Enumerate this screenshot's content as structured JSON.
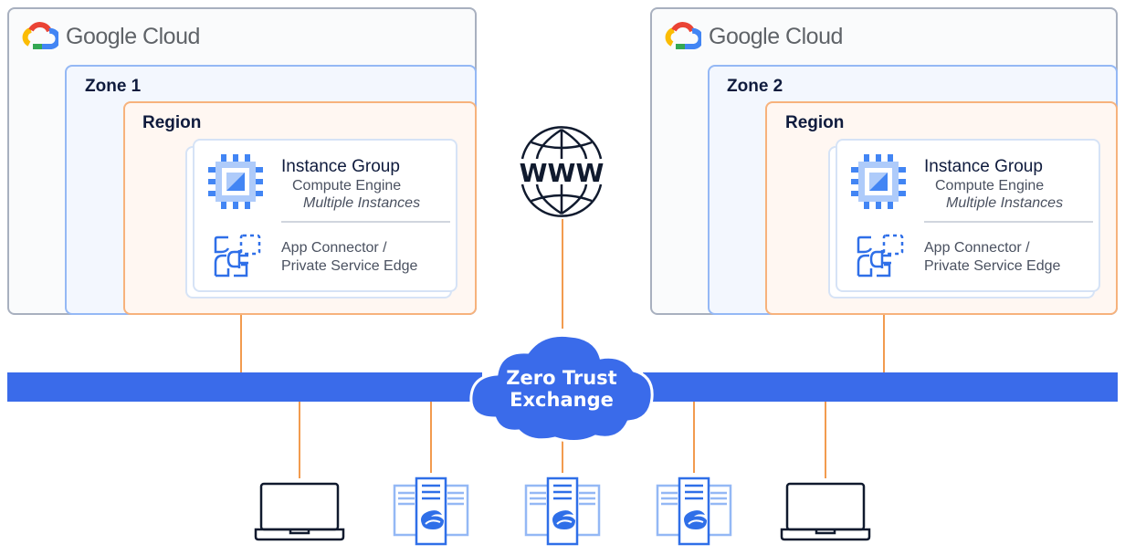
{
  "diagram": {
    "colors": {
      "bus": "#3a6bea",
      "connector_line": "#f29b4f",
      "google_cloud_border": "#a8b0bf",
      "zone_border": "#94b8f5",
      "region_border": "#f7b27c",
      "icon_blue": "#2f6fe8",
      "dark_text": "#0f1b3d"
    },
    "left_cloud": {
      "provider": "Google Cloud",
      "zone": "Zone 1",
      "region": "Region",
      "instance_group": {
        "title": "Instance Group",
        "subtitle": "Compute Engine",
        "detail": "Multiple Instances"
      },
      "connector": {
        "line1": "App Connector /",
        "line2": "Private Service Edge"
      }
    },
    "right_cloud": {
      "provider": "Google Cloud",
      "zone": "Zone 2",
      "region": "Region",
      "instance_group": {
        "title": "Instance Group",
        "subtitle": "Compute Engine",
        "detail": "Multiple Instances"
      },
      "connector": {
        "line1": "App Connector /",
        "line2": "Private Service Edge"
      }
    },
    "internet": {
      "label": "WWW",
      "icon": "globe-icon"
    },
    "exchange": {
      "line1": "Zero Trust",
      "line2": "Exchange",
      "icon": "cloud-icon"
    },
    "endpoints": [
      {
        "type": "laptop",
        "icon": "laptop-icon"
      },
      {
        "type": "branch-server",
        "icon": "server-zscaler-icon"
      },
      {
        "type": "branch-server",
        "icon": "server-zscaler-icon"
      },
      {
        "type": "branch-server",
        "icon": "server-zscaler-icon"
      },
      {
        "type": "laptop",
        "icon": "laptop-icon"
      }
    ]
  }
}
